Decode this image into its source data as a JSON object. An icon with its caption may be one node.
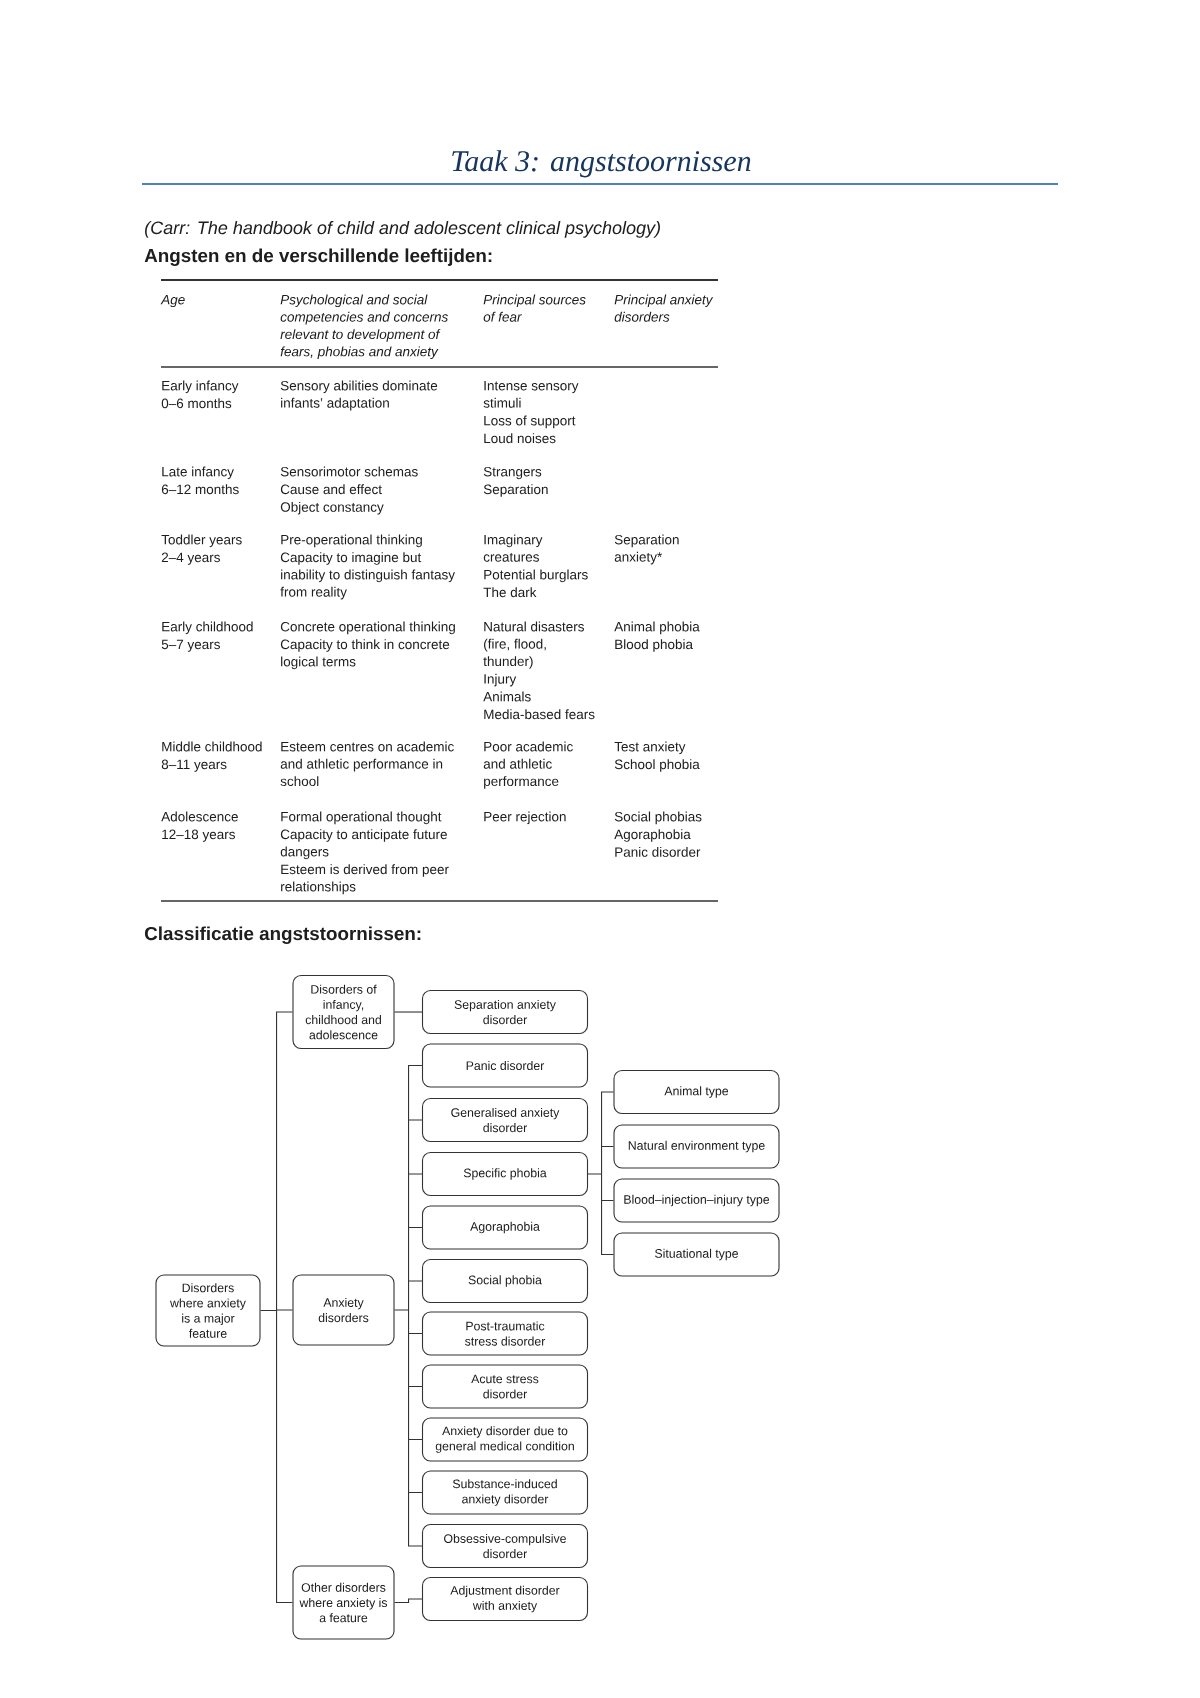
{
  "diagram": {
    "title": "Taak 3: angststoornissen",
    "nodes": [
      {
        "text": [
          "Disorders where anxiety is a major feature"
        ]
      },
      {
        "text": [
          "Disorders of infancy, childhood and adolescence"
        ]
      },
      {
        "text": [
          "Separation anxiety disorder"
        ]
      },
      {
        "text": [
          "Anxiety disorders"
        ]
      },
      {
        "text": [
          "Panic disorder"
        ]
      },
      {
        "text": [
          "Generalised anxiety disorder"
        ]
      },
      {
        "text": [
          "Specific phobia"
        ]
      },
      {
        "text": [
          "Animal type"
        ]
      },
      {
        "text": [
          "Natural environment type"
        ]
      },
      {
        "text": [
          "Blood–injection–injury type"
        ]
      },
      {
        "text": [
          "Situational type"
        ]
      },
      {
        "text": [
          "Agoraphobia"
        ]
      },
      {
        "text": [
          "Social phobia"
        ]
      },
      {
        "text": [
          "Post-traumatic stress disorder"
        ]
      },
      {
        "text": [
          "Acute stress disorder"
        ]
      },
      {
        "text": [
          "Anxiety disorder due to general medical condition"
        ]
      },
      {
        "text": [
          "Substance-induced anxiety disorder"
        ]
      },
      {
        "text": [
          "Obsessive-compulsive disorder"
        ]
      },
      {
        "text": [
          "Other disorders where anxiety is a feature"
        ]
      },
      {
        "text": [
          "Adjustment disorder with anxiety"
        ]
      }
    ],
    "edges": [
      {
        "from": 0,
        "to": 1,
        "arrow": "none"
      },
      {
        "from": 0,
        "to": 3,
        "arrow": "none"
      },
      {
        "from": 0,
        "to": 18,
        "arrow": "none"
      },
      {
        "from": 1,
        "to": 2,
        "arrow": "none"
      },
      {
        "from": 3,
        "to": 4,
        "arrow": "none"
      },
      {
        "from": 3,
        "to": 5,
        "arrow": "none"
      },
      {
        "from": 3,
        "to": 6,
        "arrow": "none"
      },
      {
        "from": 3,
        "to": 11,
        "arrow": "none"
      },
      {
        "from": 3,
        "to": 12,
        "arrow": "none"
      },
      {
        "from": 3,
        "to": 13,
        "arrow": "none"
      },
      {
        "from": 3,
        "to": 14,
        "arrow": "none"
      },
      {
        "from": 3,
        "to": 15,
        "arrow": "none"
      },
      {
        "from": 3,
        "to": 16,
        "arrow": "none"
      },
      {
        "from": 3,
        "to": 17,
        "arrow": "none"
      },
      {
        "from": 6,
        "to": 7,
        "arrow": "none"
      },
      {
        "from": 6,
        "to": 8,
        "arrow": "none"
      },
      {
        "from": 6,
        "to": 9,
        "arrow": "none"
      },
      {
        "from": 6,
        "to": 10,
        "arrow": "none"
      },
      {
        "from": 18,
        "to": 19,
        "arrow": "none"
      }
    ],
    "labels": [
      "(Carr: The handbook of child and adolescent clinical psychology)",
      "Angsten en de verschillende leeftijden:",
      "Age",
      "Psychological and social competencies and concerns relevant to development of fears, phobias and anxiety",
      "Principal sources of fear",
      "Principal anxiety disorders",
      "Early infancy",
      "0–6 months",
      "Sensory abilities dominate infants’ adaptation",
      "Intense sensory stimuli",
      "Loss of support",
      "Loud noises",
      "Late infancy",
      "6–12 months",
      "Sensorimotor schemas",
      "Cause and effect",
      "Object constancy",
      "Strangers",
      "Separation",
      "Toddler years",
      "2–4 years",
      "Pre-operational thinking",
      "Capacity to imagine but inability to distinguish fantasy from reality",
      "Imaginary creatures",
      "Potential burglars",
      "The dark",
      "Separation anxiety*",
      "Early childhood",
      "5–7 years",
      "Concrete operational thinking",
      "Capacity to think in concrete logical terms",
      "Natural disasters (fire, flood, thunder)",
      "Injury",
      "Animals",
      "Media-based fears",
      "Animal phobia",
      "Blood phobia",
      "Middle childhood",
      "8–11 years",
      "Esteem centres on academic and athletic performance in school",
      "Poor academic and athletic performance",
      "Test anxiety",
      "School phobia",
      "Adolescence",
      "12–18 years",
      "Formal operational thought",
      "Capacity to anticipate future dangers",
      "Esteem is derived from peer relationships",
      "Peer rejection",
      "Social phobias",
      "Agoraphobia",
      "Panic disorder",
      "Classificatie angststoornissen:"
    ]
  }
}
